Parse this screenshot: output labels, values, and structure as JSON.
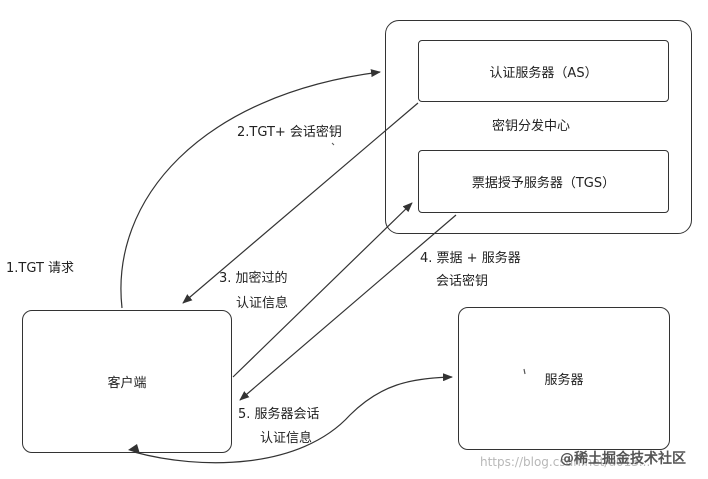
{
  "kdc": {
    "title": "密钥分发中心",
    "as_label": "认证服务器（AS）",
    "tgs_label": "票据授予服务器（TGS）"
  },
  "client": {
    "label": "客户端"
  },
  "server": {
    "label": "服务器"
  },
  "steps": {
    "step1": "1.TGT 请求",
    "step2": "2.TGT+ 会话密钥",
    "step3_line1": "3. 加密过的",
    "step3_line2": "认证信息",
    "step4_line1": "4. 票据 + 服务器",
    "step4_line2": "会话密钥",
    "step5_line1": "5. 服务器会话",
    "step5_line2": "认证信息"
  },
  "watermark": {
    "url": "https://blog.csdn.net/u013...",
    "brand": "@稀土掘金技术社区"
  }
}
